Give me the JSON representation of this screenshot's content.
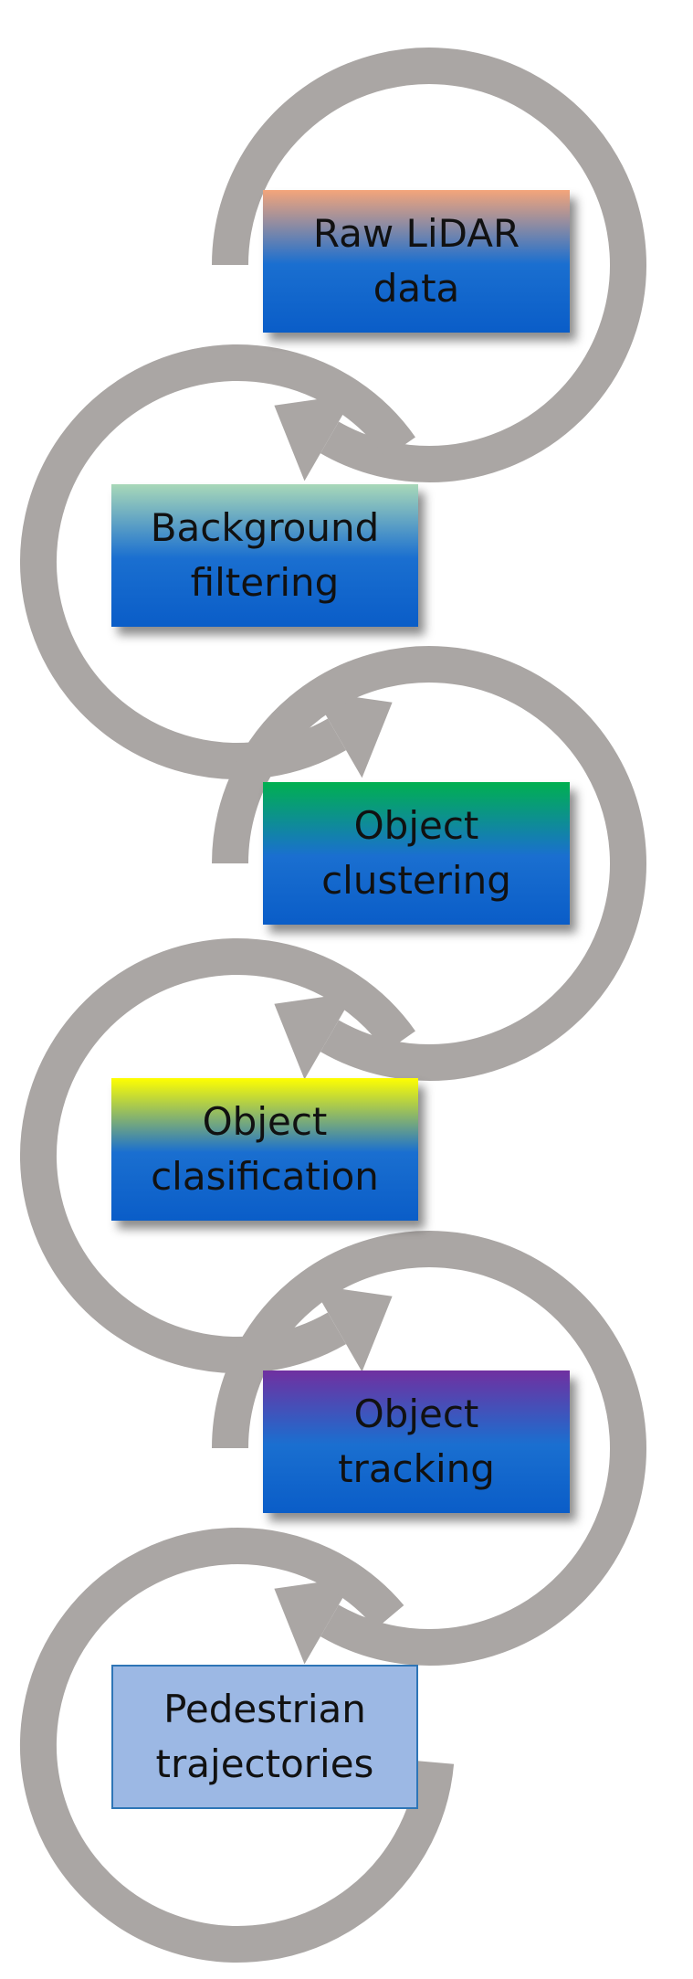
{
  "steps": [
    {
      "id": "raw-lidar-data",
      "line1": "Raw LiDAR",
      "line2": "data",
      "top_color": "#f4a57a"
    },
    {
      "id": "background-filtering",
      "line1": "Background",
      "line2": "filtering",
      "top_color": "#a8d8b8"
    },
    {
      "id": "object-clustering",
      "line1": "Object",
      "line2": "clustering",
      "top_color": "#00b050"
    },
    {
      "id": "object-clasification",
      "line1": "Object",
      "line2": "clasification",
      "top_color": "#ffff00"
    },
    {
      "id": "object-tracking",
      "line1": "Object",
      "line2": "tracking",
      "top_color": "#7030a0"
    },
    {
      "id": "pedestrian-trajectories",
      "line1": "Pedestrian",
      "line2": "trajectories",
      "fill_color": "#9cb8e4",
      "border_color": "#2e75b6"
    }
  ],
  "colors": {
    "arrow": "#aaa6a4",
    "box_bottom": "#0a5dc8",
    "box_mid": "#1a6fd0"
  }
}
